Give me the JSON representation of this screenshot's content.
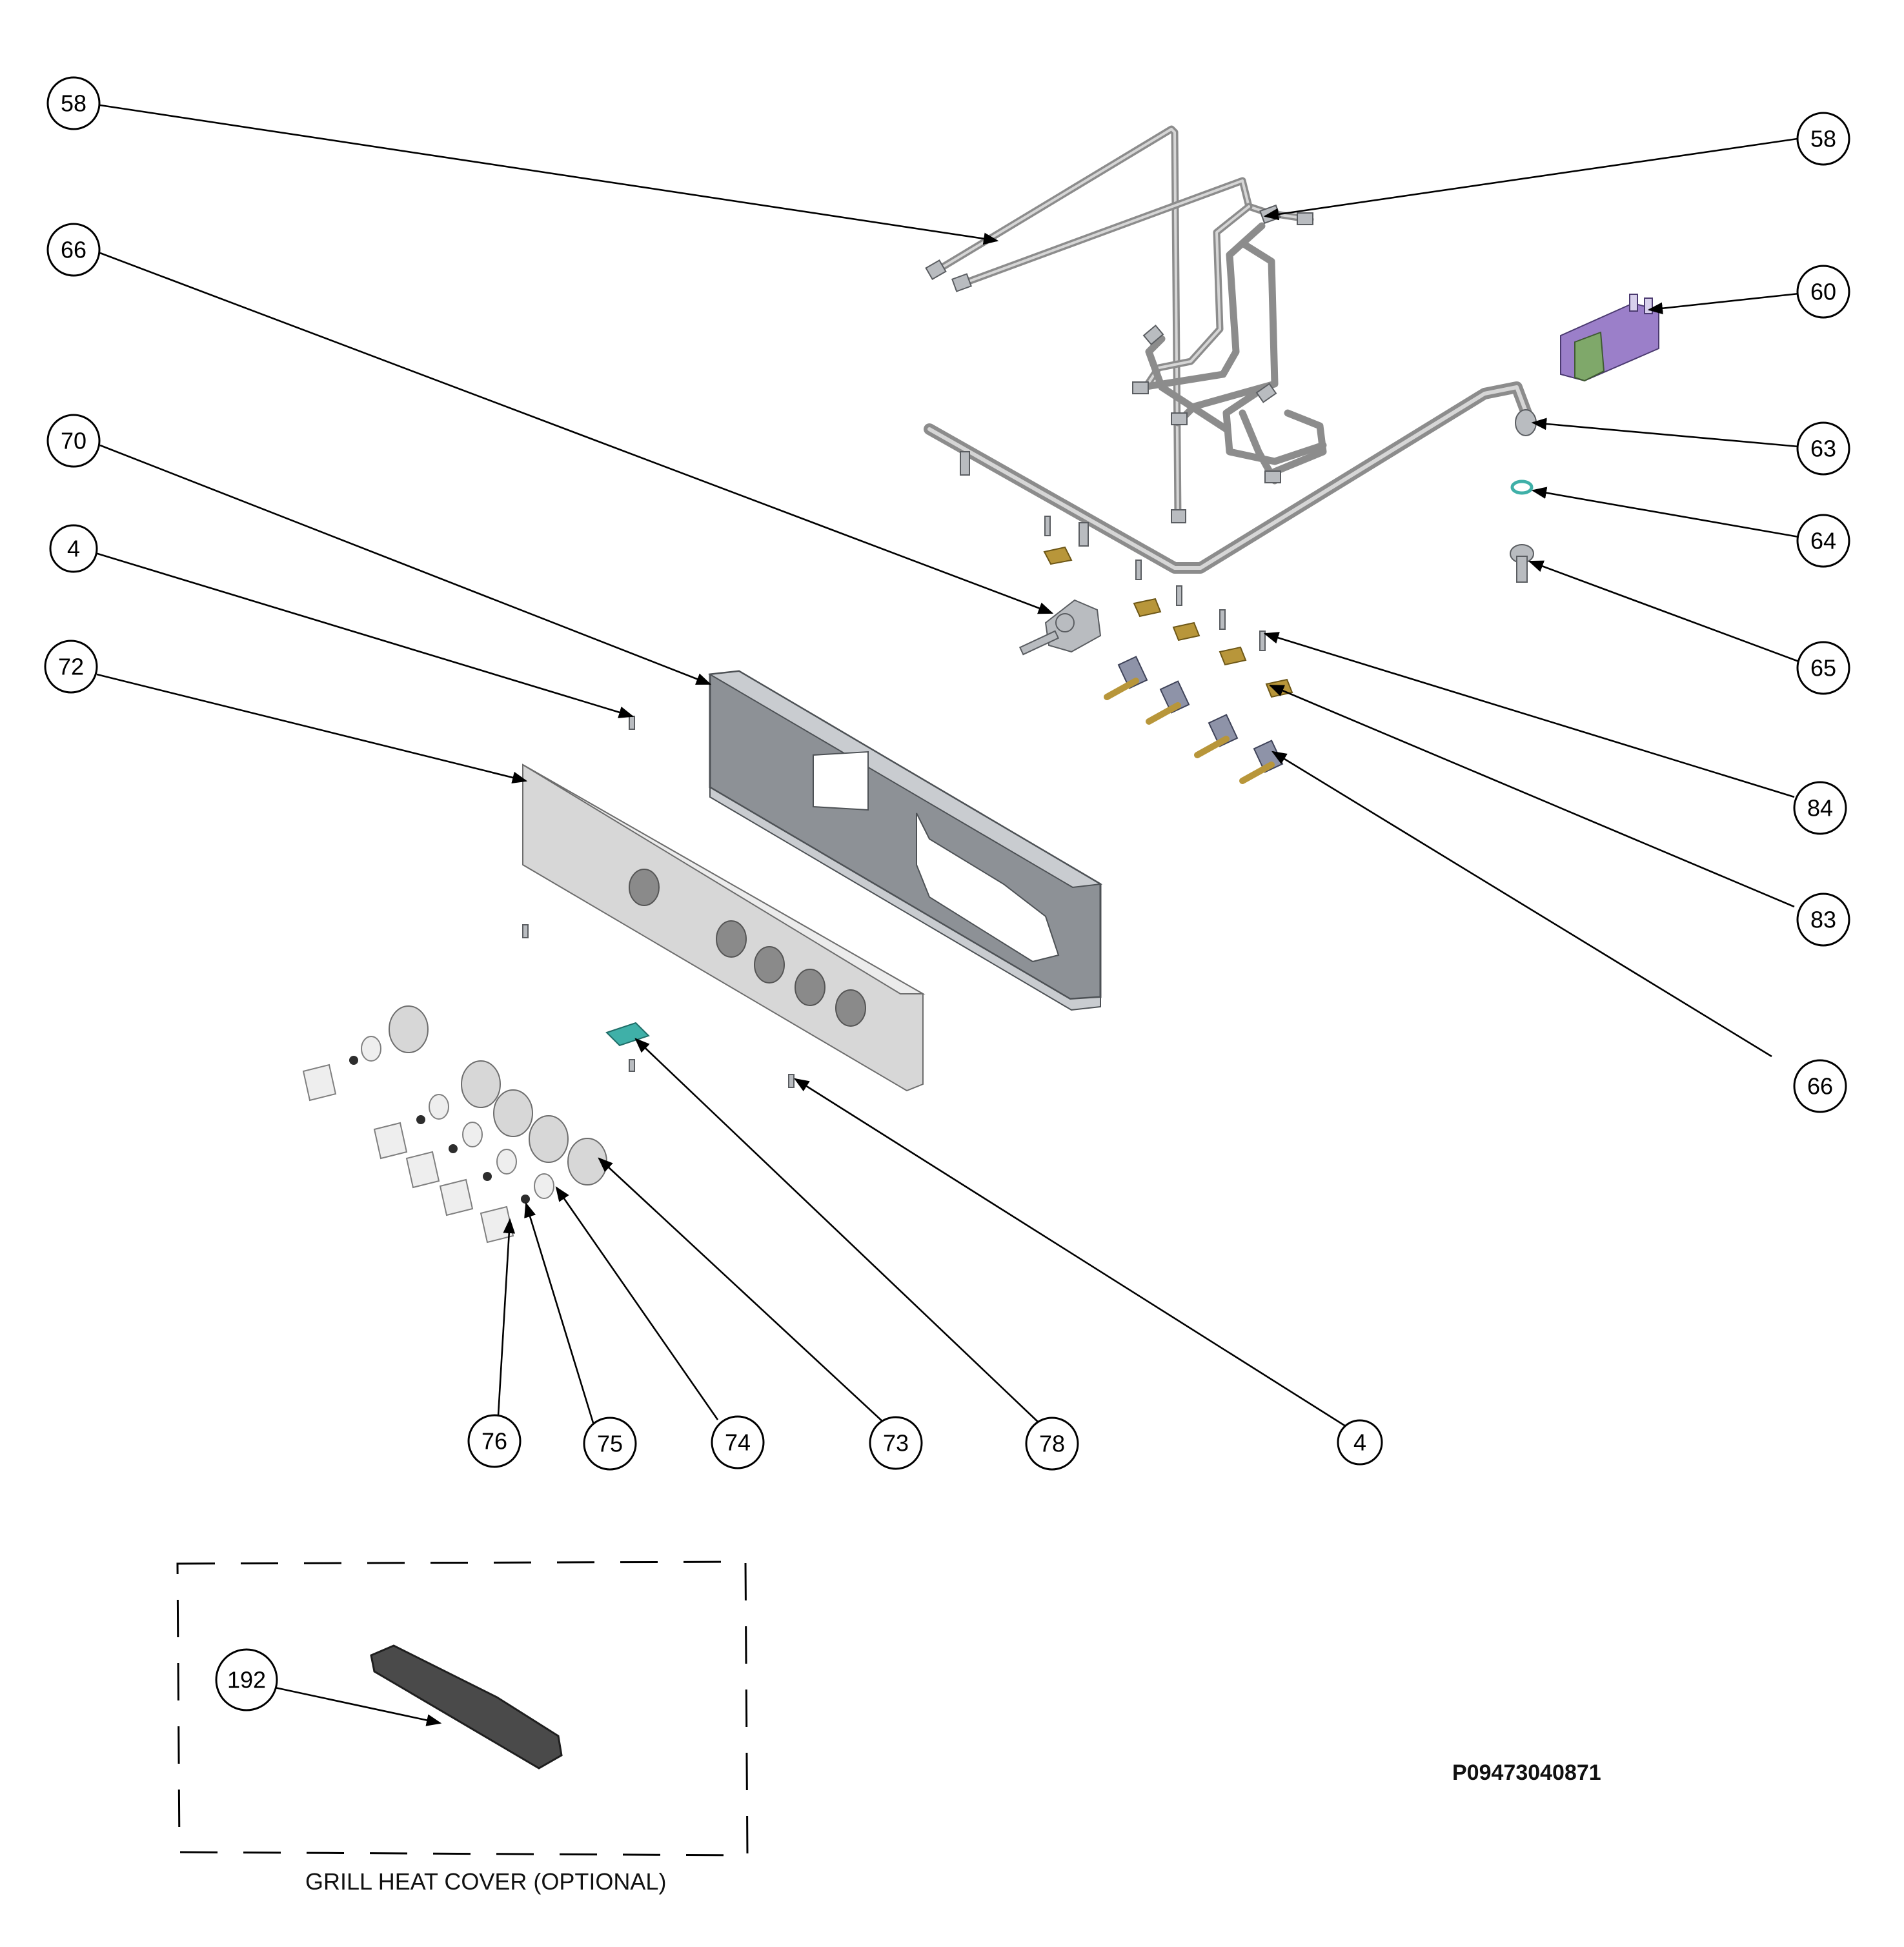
{
  "callouts": [
    "58",
    "58",
    "66",
    "60",
    "70",
    "63",
    "4",
    "64",
    "72",
    "65",
    "84",
    "83",
    "66",
    "76",
    "75",
    "74",
    "73",
    "78",
    "4",
    "192"
  ],
  "caption": "GRILL HEAT COVER (OPTIONAL)",
  "part_number": "P09473040871",
  "colors": {
    "ignition_module": "#9b7fc9",
    "ignition_module_end": "#7fa86a",
    "brass_bracket": "#b8963a",
    "clip": "#3fb0a8",
    "heat_cover": "#4a4a4a"
  }
}
